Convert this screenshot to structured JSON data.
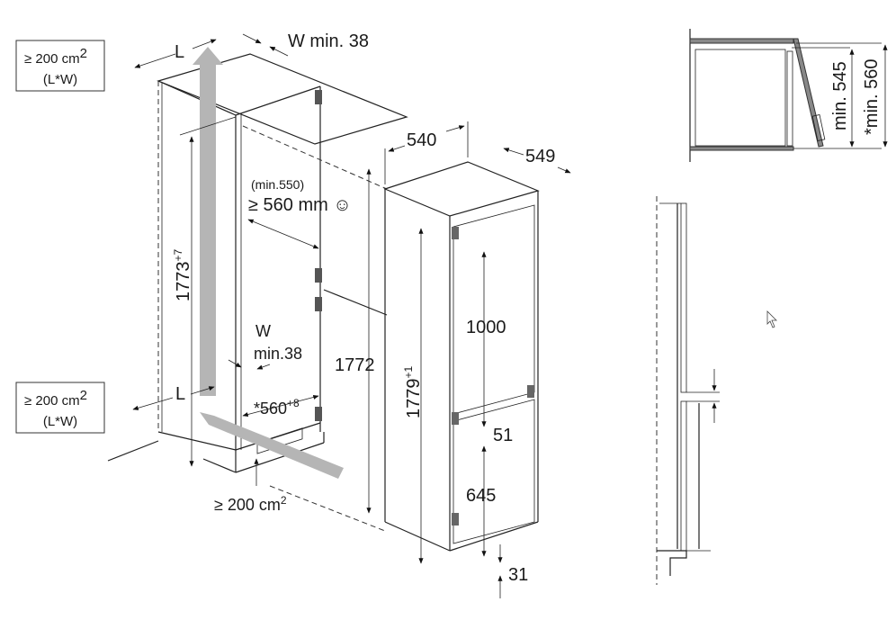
{
  "vent_box_top": {
    "line1": "≥ 200 cm",
    "sup": "2",
    "line2": "(L*W)"
  },
  "vent_box_bottom": {
    "line1": "≥ 200 cm",
    "sup": "2",
    "line2": "(L*W)"
  },
  "niche": {
    "top_L": "L",
    "top_W": "W min. 38",
    "depth_min": "(min.550)",
    "depth": "≥ 560 mm",
    "smiley": "☺",
    "height": "1773",
    "height_tol": "+7",
    "bottom_W1": "W",
    "bottom_W2": "min.38",
    "bottom_L": "L",
    "plinth_depth": "*560",
    "plinth_tol": "+8",
    "inner_height": "1772",
    "plinth_vent": "≥ 200 cm",
    "plinth_vent_sup": "2"
  },
  "appliance": {
    "width": "540",
    "depth": "549",
    "height": "1779",
    "height_tol": "+1",
    "upper_door": "1000",
    "gap": "51",
    "lower_door": "645",
    "bottom": "31"
  },
  "top_view": {
    "min1": "min. 545",
    "min2": "*min. 560"
  }
}
